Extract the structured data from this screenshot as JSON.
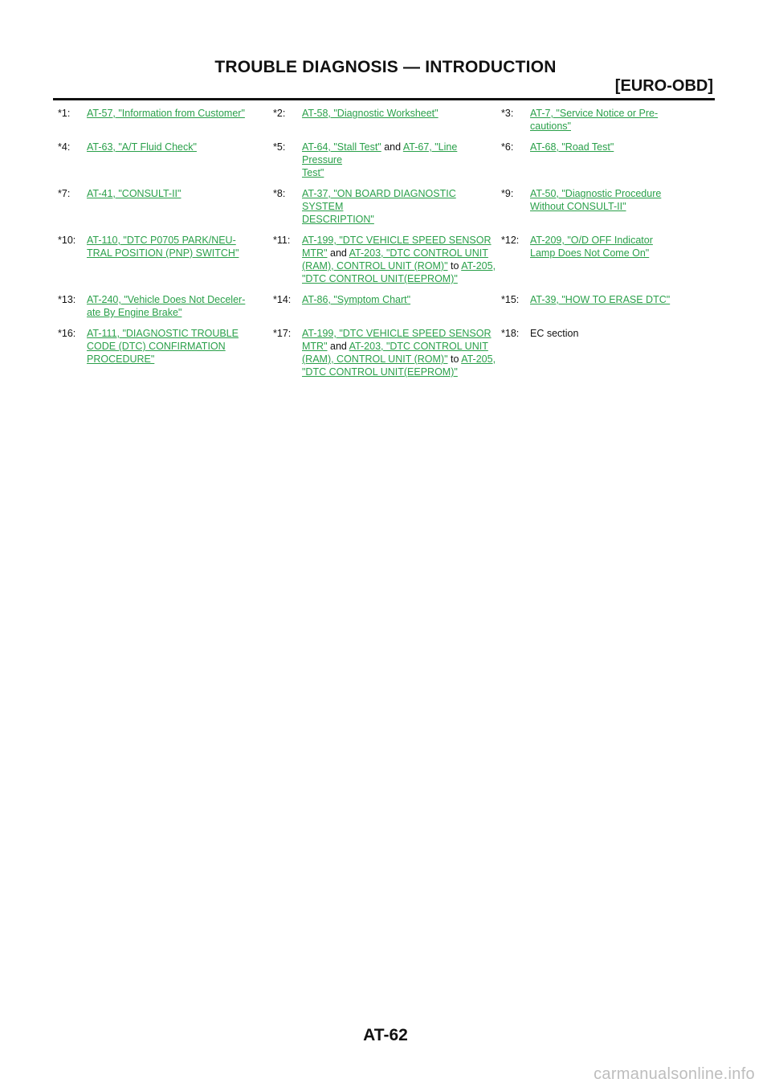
{
  "header": {
    "title": "TROUBLE DIAGNOSIS — INTRODUCTION",
    "section": "[EURO-OBD]"
  },
  "references": {
    "r1_num": "*1:",
    "r1_a": "AT-57, \"Information from Customer\"",
    "r2_num": "*2:",
    "r2_a": "AT-58, \"Diagnostic Worksheet\"",
    "r3_num": "*3:",
    "r3_a1": "AT-7, \"Service Notice or Pre-",
    "r3_a2": "cautions\"",
    "r4_num": "*4:",
    "r4_a": "AT-63, \"A/T Fluid Check\"",
    "r5_num": "*5:",
    "r5_a": "AT-64, \"Stall Test\"",
    "r5_and": " and ",
    "r5_b1": "AT-67, \"Line Pressure",
    "r5_b2": "Test\"",
    "r6_num": "*6:",
    "r6_a": "AT-68, \"Road Test\"",
    "r7_num": "*7:",
    "r7_a": "AT-41, \"CONSULT-II\"",
    "r8_num": "*8:",
    "r8_a1": "AT-37, \"ON BOARD DIAGNOSTIC SYSTEM",
    "r8_a2": "DESCRIPTION\"",
    "r9_num": "*9:",
    "r9_a1": "AT-50, \"Diagnostic Procedure",
    "r9_a2": "Without CONSULT-II\"",
    "r10_num": "*10:",
    "r10_a1": "AT-110, \"DTC P0705 PARK/NEU-",
    "r10_a2": "TRAL POSITION (PNP) SWITCH\"",
    "r11_num": "*11:",
    "r11_a1": "AT-199, \"DTC VEHICLE SPEED SENSOR",
    "r11_a2": "MTR\"",
    "r11_and": " and ",
    "r11_b1": "AT-203, \"DTC CONTROL UNIT",
    "r11_b2": "(RAM), CONTROL UNIT (ROM)\"",
    "r11_to": " to ",
    "r11_c1": "AT-205,",
    "r11_c2": "\"DTC CONTROL UNIT(EEPROM)\"",
    "r12_num": "*12:",
    "r12_a1": "AT-209, \"O/D OFF Indicator",
    "r12_a2": "Lamp Does Not Come On\"",
    "r13_num": "*13:",
    "r13_a1": "AT-240, \"Vehicle Does Not Deceler-",
    "r13_a2": "ate By Engine Brake\"",
    "r14_num": "*14:",
    "r14_a": "AT-86, \"Symptom Chart\"",
    "r15_num": "*15:",
    "r15_a": "AT-39, \"HOW TO ERASE DTC\"",
    "r16_num": "*16:",
    "r16_a1": "AT-111, \"DIAGNOSTIC TROUBLE",
    "r16_a2": "CODE (DTC) CONFIRMATION",
    "r16_a3": "PROCEDURE\"",
    "r17_num": "*17:",
    "r17_a1": "AT-199, \"DTC VEHICLE SPEED SENSOR",
    "r17_a2": "MTR\"",
    "r17_and": " and ",
    "r17_b1": "AT-203, \"DTC CONTROL UNIT",
    "r17_b2": "(RAM), CONTROL UNIT (ROM)\"",
    "r17_to": " to ",
    "r17_c1": "AT-205,",
    "r17_c2": "\"DTC CONTROL UNIT(EEPROM)\"",
    "r18_num": "*18:",
    "r18_text": "EC section"
  },
  "footer": {
    "page_number": "AT-62",
    "watermark": "carmanualsonline.info"
  },
  "colors": {
    "link": "#2aa04a",
    "text": "#111111"
  }
}
